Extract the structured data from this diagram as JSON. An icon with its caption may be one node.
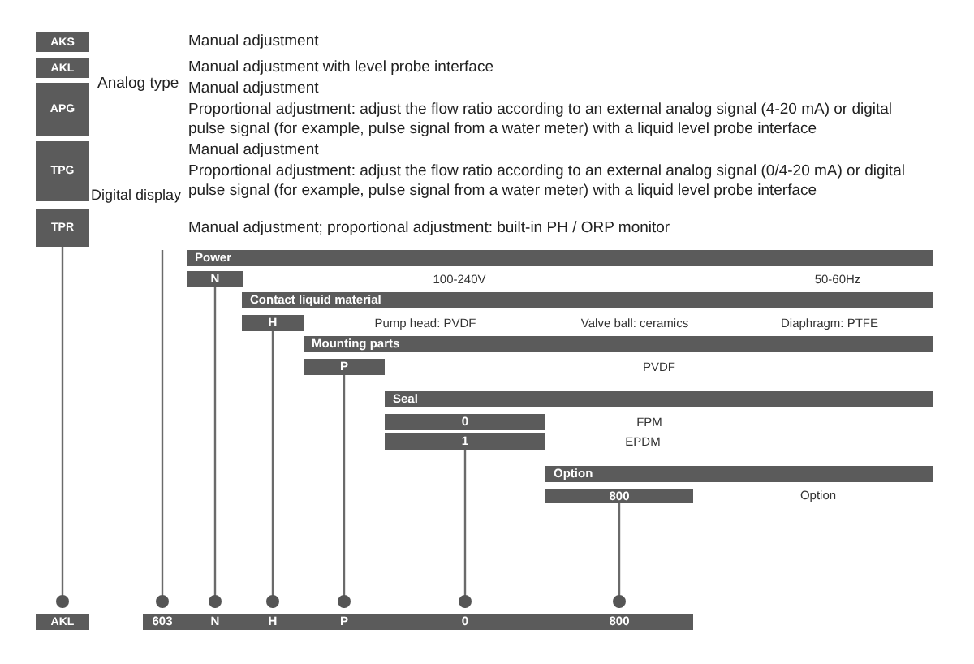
{
  "diagram": {
    "nodes": [
      {
        "text": [
          "AKS"
        ]
      },
      {
        "text": [
          "AKL"
        ]
      },
      {
        "text": [
          "APG"
        ]
      },
      {
        "text": [
          "TPG"
        ]
      },
      {
        "text": [
          "TPR"
        ]
      },
      {
        "text": [
          "Power"
        ]
      },
      {
        "text": [
          "N"
        ]
      },
      {
        "text": [
          "Contact liquid material"
        ]
      },
      {
        "text": [
          "H"
        ]
      },
      {
        "text": [
          "Mounting parts"
        ]
      },
      {
        "text": [
          "P"
        ]
      },
      {
        "text": [
          "Seal"
        ]
      },
      {
        "text": [
          "0"
        ]
      },
      {
        "text": [
          "1"
        ]
      },
      {
        "text": [
          "Option"
        ]
      },
      {
        "text": [
          "800"
        ]
      },
      {
        "text": [
          "AKL"
        ]
      },
      {
        "text": [],
        "shape": "bar"
      },
      {
        "text": [
          "603"
        ],
        "in": 17
      },
      {
        "text": [
          "N"
        ],
        "in": 17
      },
      {
        "text": [
          "H"
        ],
        "in": 17
      },
      {
        "text": [
          "P"
        ],
        "in": 17
      },
      {
        "text": [
          "0"
        ],
        "in": 17
      },
      {
        "text": [
          "800"
        ],
        "in": 17
      }
    ],
    "edges": [
      {
        "from": 4,
        "to": 16,
        "arrow": "other"
      },
      {
        "from": null,
        "to": 18,
        "arrow": "other"
      },
      {
        "from": 6,
        "to": 19,
        "arrow": "other"
      },
      {
        "from": 8,
        "to": 20,
        "arrow": "other"
      },
      {
        "from": 10,
        "to": 21,
        "arrow": "other"
      },
      {
        "from": 13,
        "to": 22,
        "arrow": "other"
      },
      {
        "from": 15,
        "to": 23,
        "arrow": "other"
      }
    ],
    "labels": [
      "Manual adjustment",
      "Manual adjustment with level probe interface",
      "Analog type",
      "Manual adjustment",
      "Proportional adjustment: adjust the flow ratio according to an external analog signal (4-20 mA) or digital pulse signal (for example, pulse signal from a water meter) with a liquid level probe interface",
      "Manual adjustment",
      "Proportional adjustment: adjust the flow ratio according to an external analog signal (0/4-20 mA) or digital pulse signal (for example, pulse signal from a water meter) with a liquid level probe interface",
      "Digital display",
      "Manual adjustment; proportional adjustment: built-in PH / ORP monitor",
      "100-240V",
      "50-60Hz",
      "Pump head: PVDF",
      "Valve ball: ceramics",
      "Diaphragm: PTFE",
      "PVDF",
      "FPM",
      "EPDM",
      "Option"
    ]
  }
}
